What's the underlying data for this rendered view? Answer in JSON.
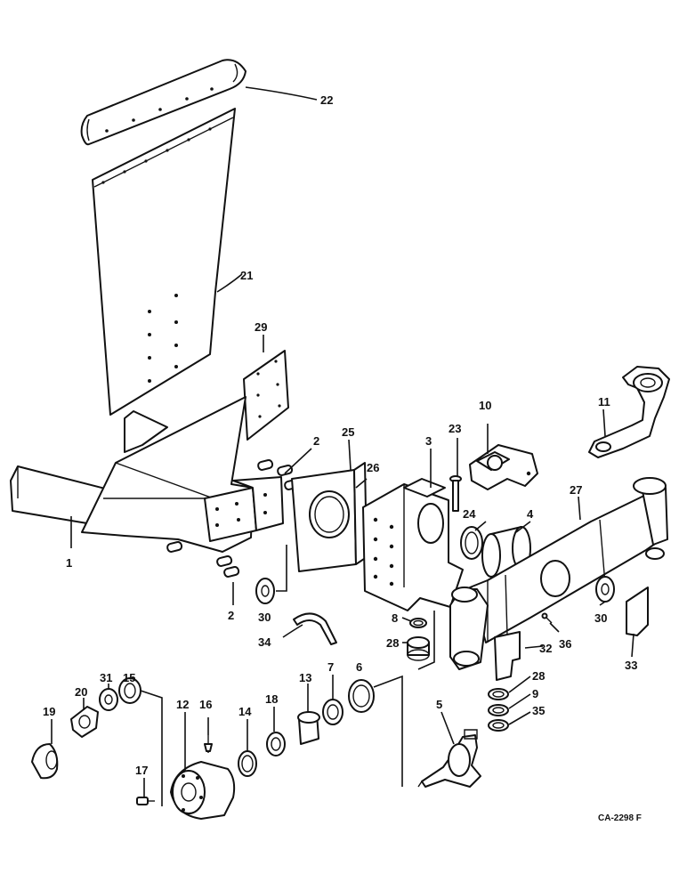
{
  "drawing": {
    "code": "CA-2298 F",
    "callouts": [
      {
        "id": "c22",
        "label": "22"
      },
      {
        "id": "c21",
        "label": "21"
      },
      {
        "id": "c29",
        "label": "29"
      },
      {
        "id": "c2a",
        "label": "2"
      },
      {
        "id": "c25",
        "label": "25"
      },
      {
        "id": "c3",
        "label": "3"
      },
      {
        "id": "c23",
        "label": "23"
      },
      {
        "id": "c10",
        "label": "10"
      },
      {
        "id": "c11",
        "label": "11"
      },
      {
        "id": "c27",
        "label": "27"
      },
      {
        "id": "c26",
        "label": "26"
      },
      {
        "id": "c24",
        "label": "24"
      },
      {
        "id": "c4",
        "label": "4"
      },
      {
        "id": "c1",
        "label": "1"
      },
      {
        "id": "c2b",
        "label": "2"
      },
      {
        "id": "c30a",
        "label": "30"
      },
      {
        "id": "c34",
        "label": "34"
      },
      {
        "id": "c8",
        "label": "8"
      },
      {
        "id": "c28a",
        "label": "28"
      },
      {
        "id": "c36",
        "label": "36"
      },
      {
        "id": "c32",
        "label": "32"
      },
      {
        "id": "c30b",
        "label": "30"
      },
      {
        "id": "c33",
        "label": "33"
      },
      {
        "id": "c6",
        "label": "6"
      },
      {
        "id": "c7",
        "label": "7"
      },
      {
        "id": "c13",
        "label": "13"
      },
      {
        "id": "c18",
        "label": "18"
      },
      {
        "id": "c14",
        "label": "14"
      },
      {
        "id": "c16",
        "label": "16"
      },
      {
        "id": "c12",
        "label": "12"
      },
      {
        "id": "c15",
        "label": "15"
      },
      {
        "id": "c31",
        "label": "31"
      },
      {
        "id": "c20",
        "label": "20"
      },
      {
        "id": "c19",
        "label": "19"
      },
      {
        "id": "c17",
        "label": "17"
      },
      {
        "id": "c5",
        "label": "5"
      },
      {
        "id": "c28b",
        "label": "28"
      },
      {
        "id": "c9",
        "label": "9"
      },
      {
        "id": "c35",
        "label": "35"
      }
    ]
  }
}
